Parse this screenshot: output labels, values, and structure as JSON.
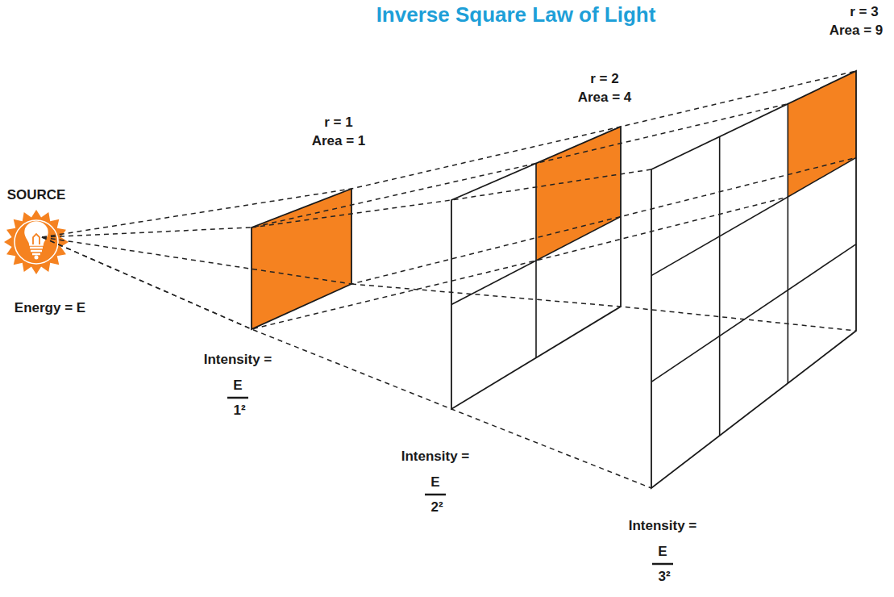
{
  "diagram": {
    "title": "Inverse Square Law of Light",
    "labels": [
      "SOURCE",
      "Energy = E",
      "r = 1",
      "Area = 1",
      "r = 2",
      "Area = 4",
      "r = 3",
      "Area = 9",
      "Intensity =",
      "E",
      "1²",
      "Intensity =",
      "E",
      "2²",
      "Intensity =",
      "E",
      "3²"
    ]
  }
}
